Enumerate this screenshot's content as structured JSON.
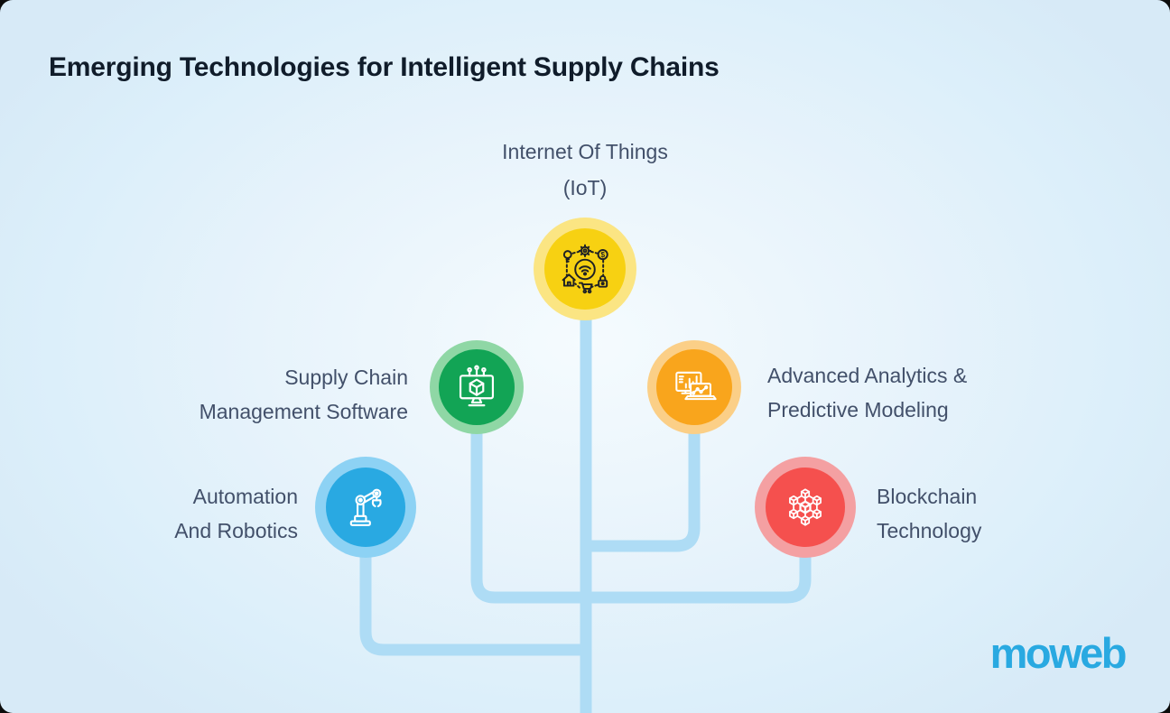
{
  "title": "Emerging Technologies for Intelligent Supply Chains",
  "brand": {
    "logo_text": "moweb"
  },
  "nodes": [
    {
      "id": "internet-of-things",
      "label": [
        "Internet Of Things",
        "(IoT)"
      ],
      "icon": "iot-network-icon",
      "color_inner": "#F7D112",
      "color_ring": "#FBE583",
      "icon_color": "#1F2125"
    },
    {
      "id": "supply-chain-management-software",
      "label": [
        "Supply Chain",
        "Management Software"
      ],
      "icon": "monitor-cube-icon",
      "color_inner": "#12A455",
      "color_ring": "#8FD7A5",
      "icon_color": "#FFFFFF"
    },
    {
      "id": "advanced-analytics-predictive-modeling",
      "label": [
        "Advanced Analytics &",
        "Predictive Modeling"
      ],
      "icon": "analytics-charts-icon",
      "color_inner": "#F9A51C",
      "color_ring": "#FBCF87",
      "icon_color": "#FFFFFF"
    },
    {
      "id": "automation-and-robotics",
      "label": [
        "Automation",
        "And Robotics"
      ],
      "icon": "robot-arm-icon",
      "color_inner": "#29A9E2",
      "color_ring": "#8DD2F4",
      "icon_color": "#FFFFFF"
    },
    {
      "id": "blockchain-technology",
      "label": [
        "Blockchain",
        "Technology"
      ],
      "icon": "blockchain-network-icon",
      "color_inner": "#F5504E",
      "color_ring": "#F4A0A2",
      "icon_color": "#FFFFFF"
    }
  ],
  "colors": {
    "background": "#DCEFFA",
    "connector": "#AEDCF5",
    "title_text": "#101C2A",
    "label_text": "#42506A",
    "logo": "#29A9E1"
  }
}
